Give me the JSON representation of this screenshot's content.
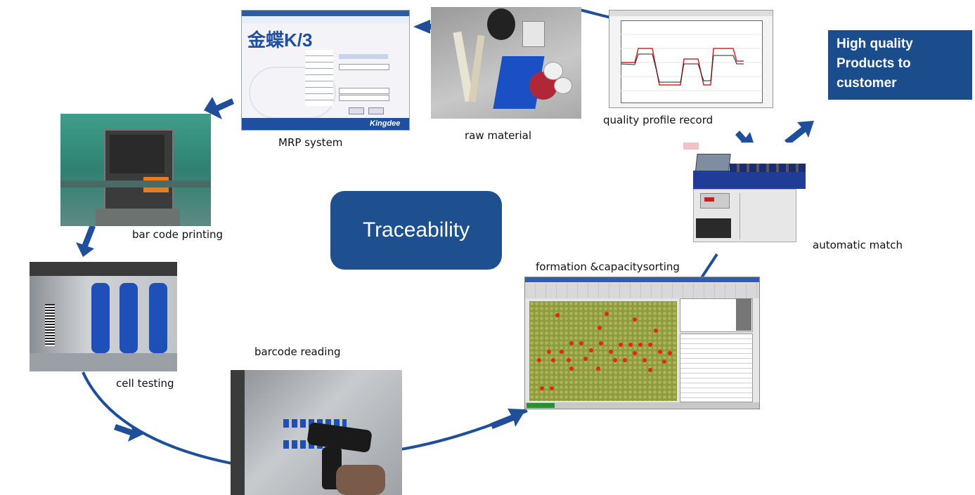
{
  "center_label": "Traceability",
  "output_box": {
    "text": "High quality\nProducts to\ncustomer"
  },
  "steps": {
    "raw_material": "raw material",
    "mrp_system": "MRP system",
    "bar_code_printing": "bar code printing",
    "cell_testing": "cell testing",
    "barcode_reading": "barcode reading",
    "formation_sorting": "formation &capacitysorting",
    "automatic_match": "automatic  match",
    "quality_profile": "quality profile record"
  },
  "mrp_screen": {
    "logo": "金蝶K/3",
    "brand": "Kingdee"
  },
  "colors": {
    "accent": "#1e4f8f",
    "arrow": "#1f4e9b",
    "chart_red": "#cc2a2a",
    "grid_green": "#9aa54a",
    "grid_red": "#e02a10"
  }
}
